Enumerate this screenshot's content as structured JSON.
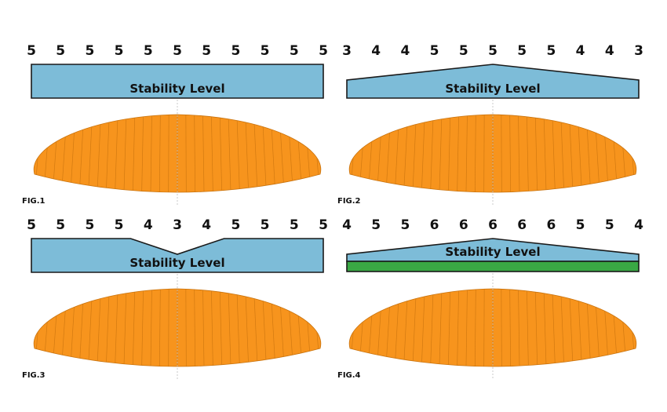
{
  "figures": [
    {
      "label": "FIG.1",
      "bar_label": "Stability Level",
      "values": [
        5,
        5,
        5,
        5,
        5,
        5,
        5,
        5,
        5,
        5,
        5
      ],
      "base_band": false
    },
    {
      "label": "FIG.2",
      "bar_label": "Stability Level",
      "values": [
        3,
        4,
        4,
        5,
        5,
        5,
        5,
        5,
        4,
        4,
        3
      ],
      "base_band": false
    },
    {
      "label": "FIG.3",
      "bar_label": "Stability Level",
      "values": [
        5,
        5,
        5,
        5,
        4,
        3,
        4,
        5,
        5,
        5,
        5
      ],
      "base_band": false
    },
    {
      "label": "FIG.4",
      "bar_label": "Stability Level",
      "values": [
        4,
        5,
        5,
        6,
        6,
        6,
        6,
        6,
        5,
        5,
        4
      ],
      "base_band": true
    }
  ],
  "colors": {
    "bar_fill": "#7dbcd8",
    "bar_stroke": "#1a1a1a",
    "wing_fill": "#f7941d",
    "wing_rib": "#c9730e",
    "base_band": "#3aa844",
    "center_line": "#bbbbbb"
  }
}
